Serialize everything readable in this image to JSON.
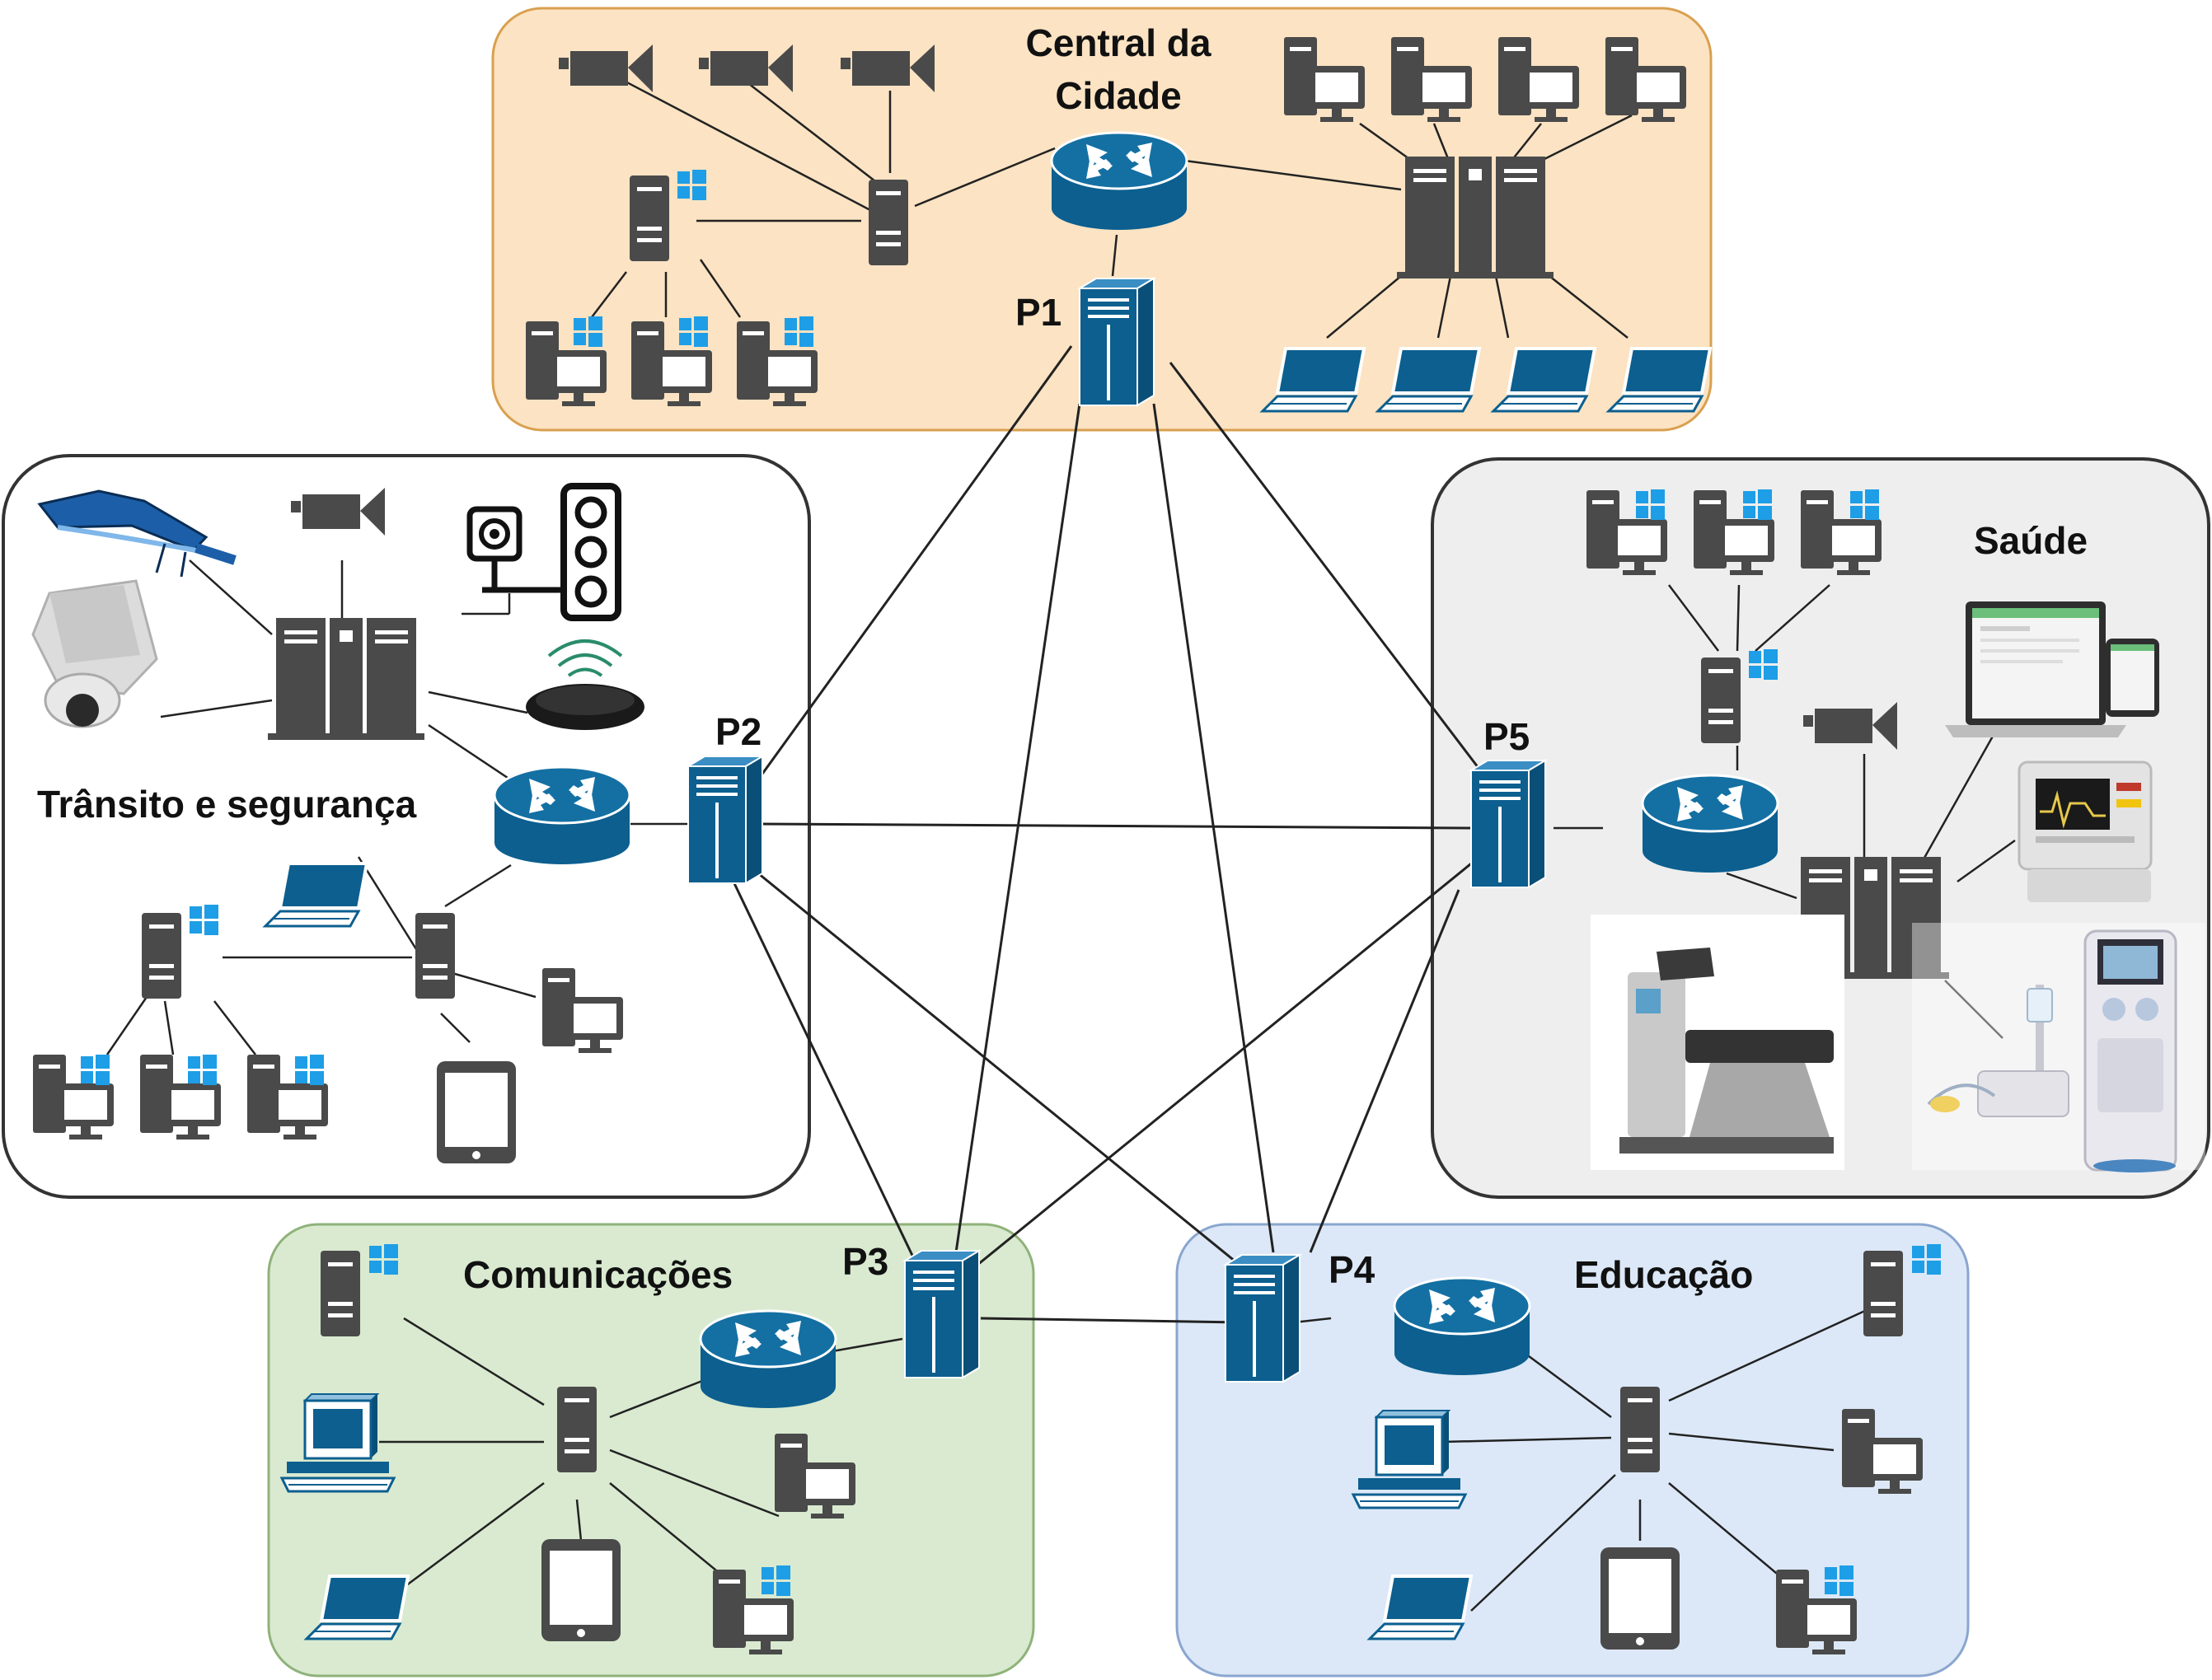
{
  "colors": {
    "central_fill": "#fbe3c3",
    "central_stroke": "#d9a04f",
    "transit_fill": "#ffffff",
    "transit_stroke": "#333333",
    "health_fill": "#eeeeee",
    "health_stroke": "#333333",
    "comm_fill": "#d9ead0",
    "comm_stroke": "#8fb27a",
    "edu_fill": "#dce8f7",
    "edu_stroke": "#8aa6cf",
    "device": "#4a4a4a",
    "network_blue": "#0c5f8f",
    "windows_blue": "#1e9ee6"
  },
  "regions": {
    "central": {
      "title_line1": "Central da",
      "title_line2": "Cidade"
    },
    "transit": {
      "title": "Trânsito e segurança"
    },
    "health": {
      "title": "Saúde"
    },
    "comm": {
      "title": "Comunicações"
    },
    "edu": {
      "title": "Educação"
    }
  },
  "pops": {
    "p1": {
      "label": "P1"
    },
    "p2": {
      "label": "P2"
    },
    "p3": {
      "label": "P3"
    },
    "p4": {
      "label": "P4"
    },
    "p5": {
      "label": "P5"
    }
  },
  "icons": {
    "pop": "pop-server-icon",
    "router": "router-icon",
    "server": "server-icon",
    "server_cluster": "server-cluster-icon",
    "desktop": "desktop-icon",
    "windows_desktop": "windows-desktop-icon",
    "laptop": "laptop-icon",
    "tablet": "tablet-icon",
    "camera": "video-camera-icon",
    "street_light": "street-light-icon",
    "traffic_light": "traffic-light-icon",
    "security_camera": "security-camera-icon",
    "wireless_hub": "wireless-hub-icon",
    "medical_equipment": "medical-equipment-icon",
    "crt_workstation": "crt-workstation-icon"
  }
}
